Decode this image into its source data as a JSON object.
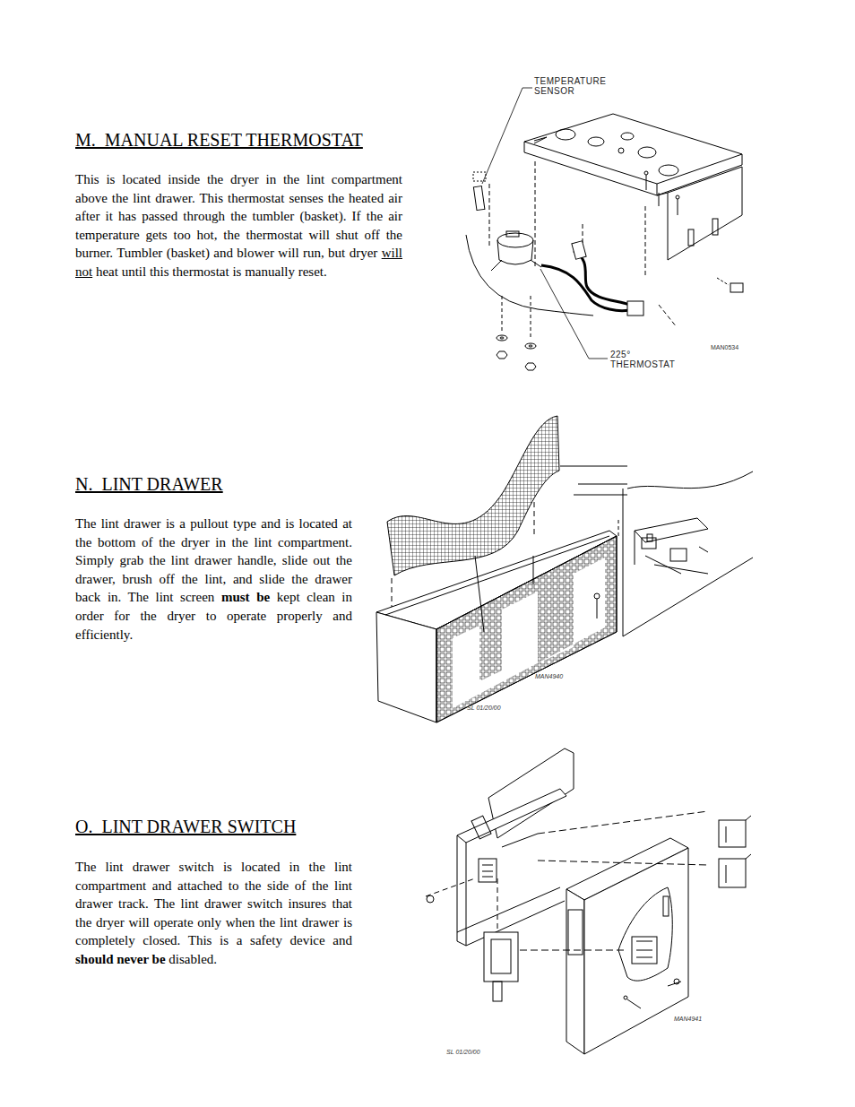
{
  "diagram": {
    "labels": [
      "M.  MANUAL RESET THERMOSTAT",
      "This is located inside the dryer in the lint compartment above the lint drawer.  This thermostat senses the heated air after it has passed through the tumbler (basket).  If the air temperature gets too hot, the thermostat will shut off the burner.  Tumbler (basket) and blower will run, but dryer",
      "will",
      "not",
      "heat until this thermostat is manually reset.",
      "TEMPERATURE SENSOR",
      "225° THERMOSTAT",
      "MAN0534",
      "N.  LINT DRAWER",
      "The lint drawer is a pullout type and is located at the bottom of the dryer in the lint compartment.  Simply grab the lint drawer handle, slide out the drawer, brush off the lint, and slide the drawer back in.  The lint screen",
      "must be",
      "kept clean in order for the dryer to operate properly and efficiently.",
      "MAN4940",
      "SL 01/20/00",
      "O.  LINT DRAWER SWITCH",
      "The lint drawer switch is located in the lint compartment and attached to the side of the lint drawer track.  The lint drawer switch insures that the dryer will operate only when the lint drawer is completely closed.  This is a safety device and",
      "should never be",
      "disabled.",
      "MAN4941",
      "SL 01/20/00"
    ]
  }
}
